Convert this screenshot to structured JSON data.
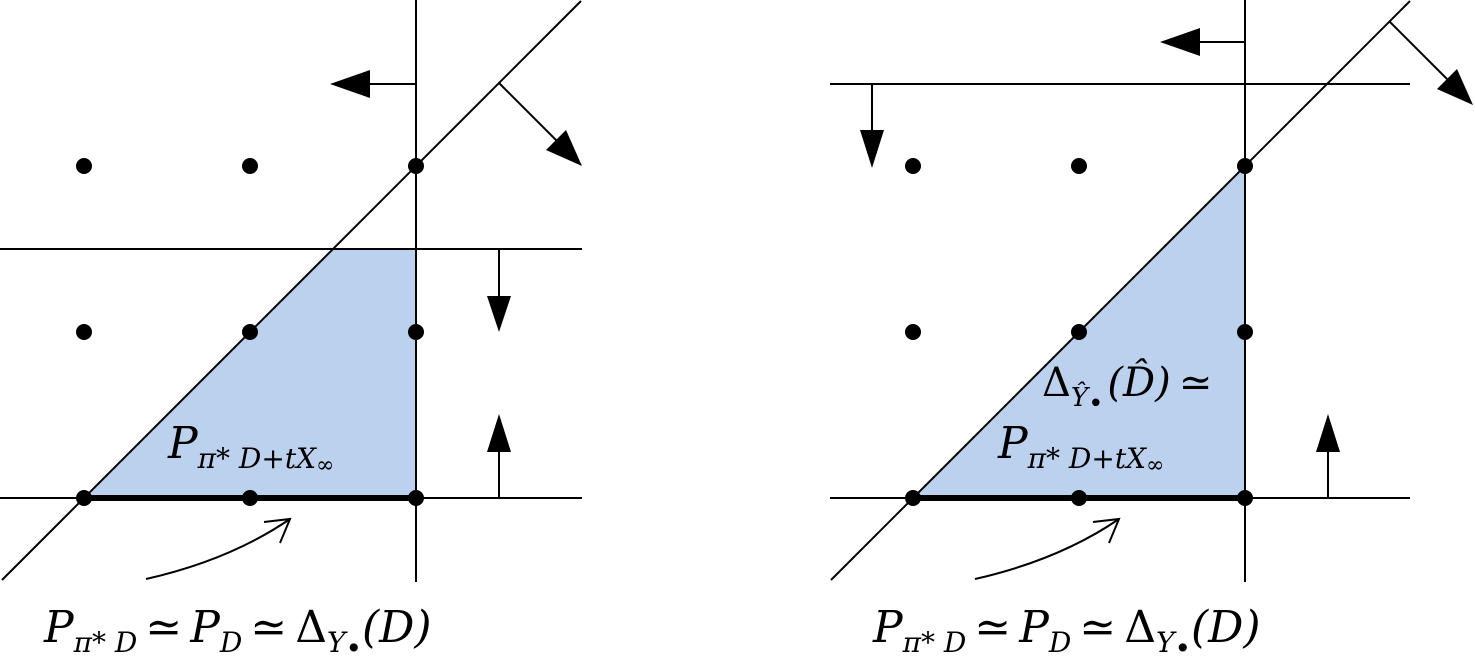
{
  "panels": [
    {
      "id": "left",
      "region_label": {
        "main": "P",
        "sub": "π* D+tX",
        "subsub": "∞"
      },
      "caption": {
        "p1": "P",
        "p1_sub": "π* D",
        "rel1": "≃",
        "p2": "P",
        "p2_sub": "D",
        "rel2": "≃",
        "delta": "Δ",
        "delta_sub": "Y",
        "delta_subsub": "•",
        "arg": "(D)"
      }
    },
    {
      "id": "right",
      "region_label_line1": {
        "delta": "Δ",
        "sub": "Ŷ",
        "subsub": "•",
        "arg": "(D̂)",
        "rel": "≃"
      },
      "region_label": {
        "main": "P",
        "sub": "π* D+tX",
        "subsub": "∞"
      },
      "caption": {
        "p1": "P",
        "p1_sub": "π* D",
        "rel1": "≃",
        "p2": "P",
        "p2_sub": "D",
        "rel2": "≃",
        "delta": "Δ",
        "delta_sub": "Y",
        "delta_subsub": "•",
        "arg": "(D)"
      }
    }
  ],
  "colors": {
    "region_fill": "#bcd1ee",
    "ink": "#000000"
  }
}
